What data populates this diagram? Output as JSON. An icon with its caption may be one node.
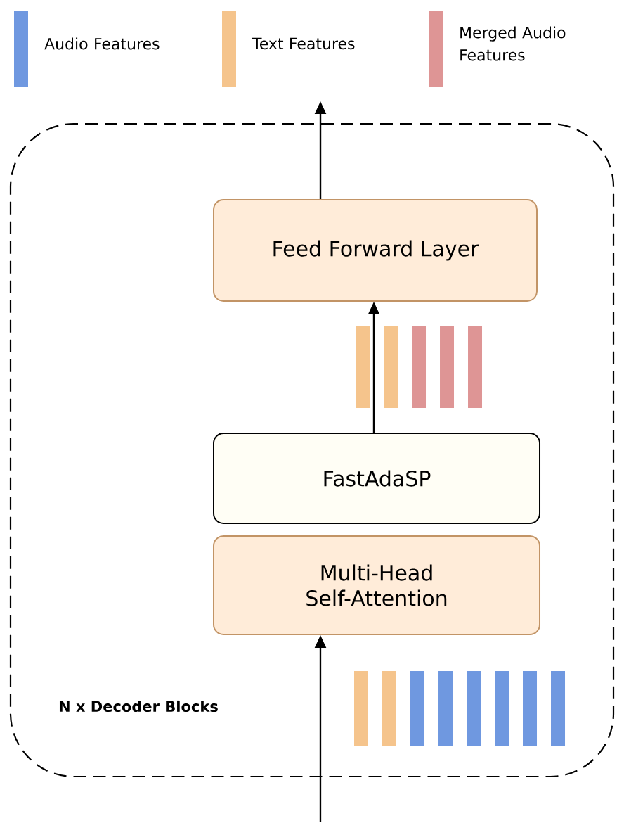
{
  "diagram": {
    "nodes": [
      {
        "text": [
          "N x Decoder Blocks"
        ]
      },
      {
        "text": [
          "Feed Forward Layer"
        ],
        "in": 0
      },
      {
        "text": [
          "FastAdaSP"
        ],
        "in": 0
      },
      {
        "text": [
          "Multi-Head Self-Attention"
        ],
        "in": 0
      }
    ],
    "edges": [
      {
        "from": null,
        "to": 3,
        "arrow": "to"
      },
      {
        "from": 2,
        "to": 1,
        "arrow": "to"
      },
      {
        "from": 1,
        "to": null,
        "arrow": "to"
      }
    ],
    "legend": [
      {
        "text": "Audio Features",
        "color": "#6f98e0"
      },
      {
        "text": "Text Features",
        "color": "#f5c48c"
      },
      {
        "text": "Merged Audio Features",
        "color": "#de9595"
      }
    ]
  }
}
